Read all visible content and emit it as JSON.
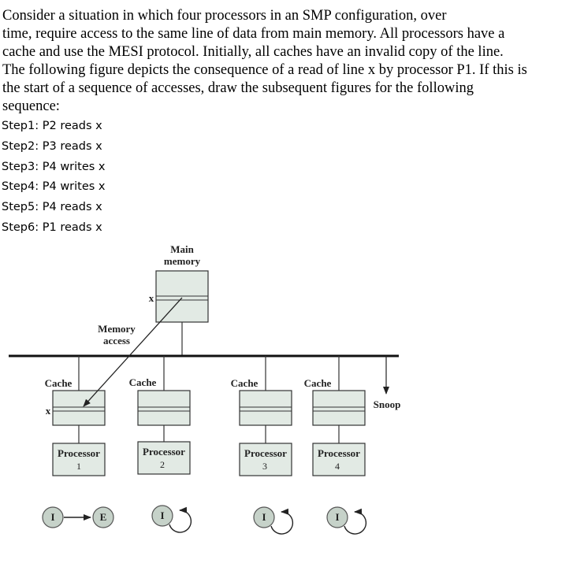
{
  "question": {
    "lines": [
      "Consider a situation in which four processors in an SMP configuration, over",
      "time, require access to the same line of data from main memory. All processors have a",
      "cache and use the MESI protocol. Initially, all caches have an invalid copy of the line.",
      "The following figure depicts the consequence of a read of line x by processor P1. If this is",
      "the start of a sequence of accesses, draw the subsequent figures for the following",
      "sequence:"
    ],
    "steps": [
      "Step1: P2 reads x",
      "Step2: P3 reads x",
      "Step3: P4 writes x",
      "Step4: P4 writes x",
      "Step5: P4 reads x",
      "Step6: P1 reads x"
    ]
  },
  "diagram": {
    "main_memory_label_1": "Main",
    "main_memory_label_2": "memory",
    "line_label": "x",
    "memory_access_label_1": "Memory",
    "memory_access_label_2": "access",
    "snoop_label": "Snoop",
    "cache_label": "Cache",
    "processor_label": "Processor",
    "processors": [
      {
        "number": "1",
        "states": [
          "I",
          "E"
        ]
      },
      {
        "number": "2",
        "states": [
          "I"
        ]
      },
      {
        "number": "3",
        "states": [
          "I"
        ]
      },
      {
        "number": "4",
        "states": [
          "I"
        ]
      }
    ],
    "colors": {
      "box_fill": "#e2eae4",
      "state_fill": "#c6d2c9",
      "stroke": "#333333"
    }
  }
}
